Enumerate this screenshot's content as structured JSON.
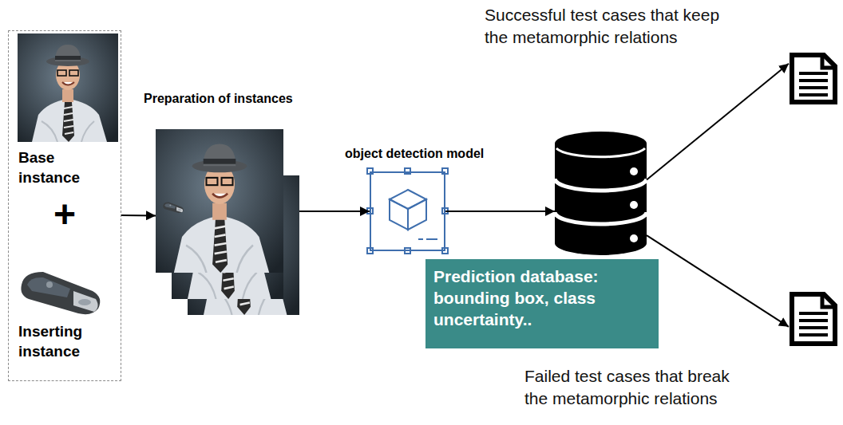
{
  "diagram": {
    "nodes": [
      {
        "text": [
          "Base instance",
          "+",
          "Inserting instance"
        ]
      },
      {
        "text": [
          "Preparation of instances"
        ]
      },
      {
        "text": [
          "object detection model"
        ]
      },
      {
        "text": [
          "Prediction database: bounding box, class uncertainty.."
        ]
      },
      {
        "text": [
          "Successful test cases that keep the metamorphic relations"
        ]
      },
      {
        "text": [
          "Failed test cases that break the metamorphic relations"
        ]
      }
    ],
    "edges": [
      {
        "from": 0,
        "to": 1,
        "arrow": "to"
      },
      {
        "from": 1,
        "to": 2,
        "arrow": "to"
      },
      {
        "from": 2,
        "to": 3,
        "arrow": "to"
      },
      {
        "from": 3,
        "to": 4,
        "arrow": "to"
      },
      {
        "from": 3,
        "to": 5,
        "arrow": "to"
      }
    ]
  }
}
